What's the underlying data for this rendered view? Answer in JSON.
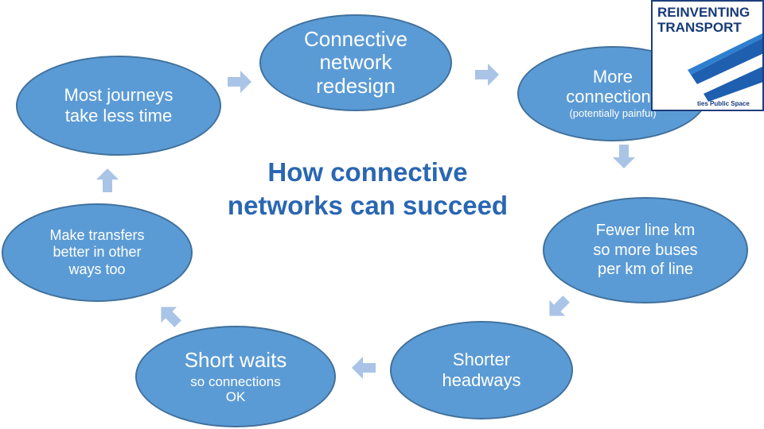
{
  "title": "How connective\nnetworks can succeed",
  "colors": {
    "node_fill": "#5b9bd5",
    "node_border": "#41719c",
    "arrow": "#a9c4e6",
    "title": "#2a66b3",
    "logo_blue": "#163a78"
  },
  "logo": {
    "line1": "REINVENTING",
    "line2": "TRANSPORT",
    "tagline": "ties  Public Space"
  },
  "nodes": [
    {
      "id": "connective-network-redesign",
      "main": "Connective\nnetwork\nredesign",
      "sub": ""
    },
    {
      "id": "more-connections",
      "main": "More\nconnections",
      "sub": "(potentially painful)"
    },
    {
      "id": "fewer-line-km",
      "main": "Fewer line km\nso more buses\nper km of line",
      "sub": ""
    },
    {
      "id": "shorter-headways",
      "main": "Shorter\nheadways",
      "sub": ""
    },
    {
      "id": "short-waits",
      "main": "Short waits",
      "sub": "so connections\nOK"
    },
    {
      "id": "make-transfers-better",
      "main": "Make transfers\nbetter in other\nways too",
      "sub": ""
    },
    {
      "id": "most-journeys-less-time",
      "main": "Most journeys\ntake less time",
      "sub": ""
    }
  ],
  "arrows": [
    {
      "from": "most-journeys-less-time",
      "to": "connective-network-redesign",
      "direction": "right"
    },
    {
      "from": "connective-network-redesign",
      "to": "more-connections",
      "direction": "right"
    },
    {
      "from": "more-connections",
      "to": "fewer-line-km",
      "direction": "down"
    },
    {
      "from": "fewer-line-km",
      "to": "shorter-headways",
      "direction": "down-left"
    },
    {
      "from": "shorter-headways",
      "to": "short-waits",
      "direction": "left"
    },
    {
      "from": "short-waits",
      "to": "make-transfers-better",
      "direction": "up-left"
    },
    {
      "from": "make-transfers-better",
      "to": "most-journeys-less-time",
      "direction": "up"
    }
  ]
}
